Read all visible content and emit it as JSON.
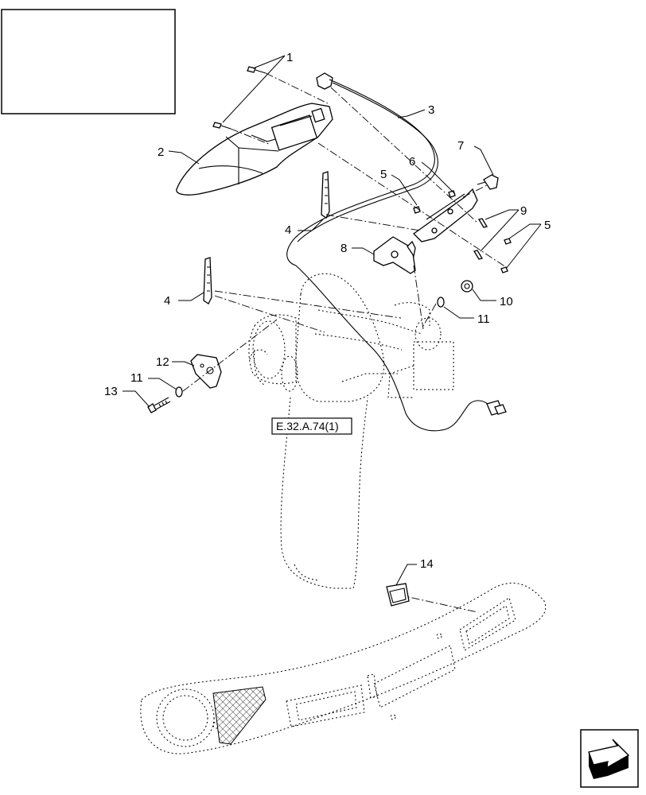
{
  "diagram": {
    "reference_label": "E.32.A.74(1)",
    "callouts": {
      "c1": "1",
      "c2": "2",
      "c3": "3",
      "c4a": "4",
      "c4b": "4",
      "c5a": "5",
      "c5b": "5",
      "c6": "6",
      "c7": "7",
      "c8": "8",
      "c9": "9",
      "c10": "10",
      "c11a": "11",
      "c11b": "11",
      "c12": "12",
      "c13": "13",
      "c14": "14"
    },
    "icons": {
      "title_box": "blank-title-box",
      "corner_icon": "navigation-arrow-icon"
    }
  }
}
